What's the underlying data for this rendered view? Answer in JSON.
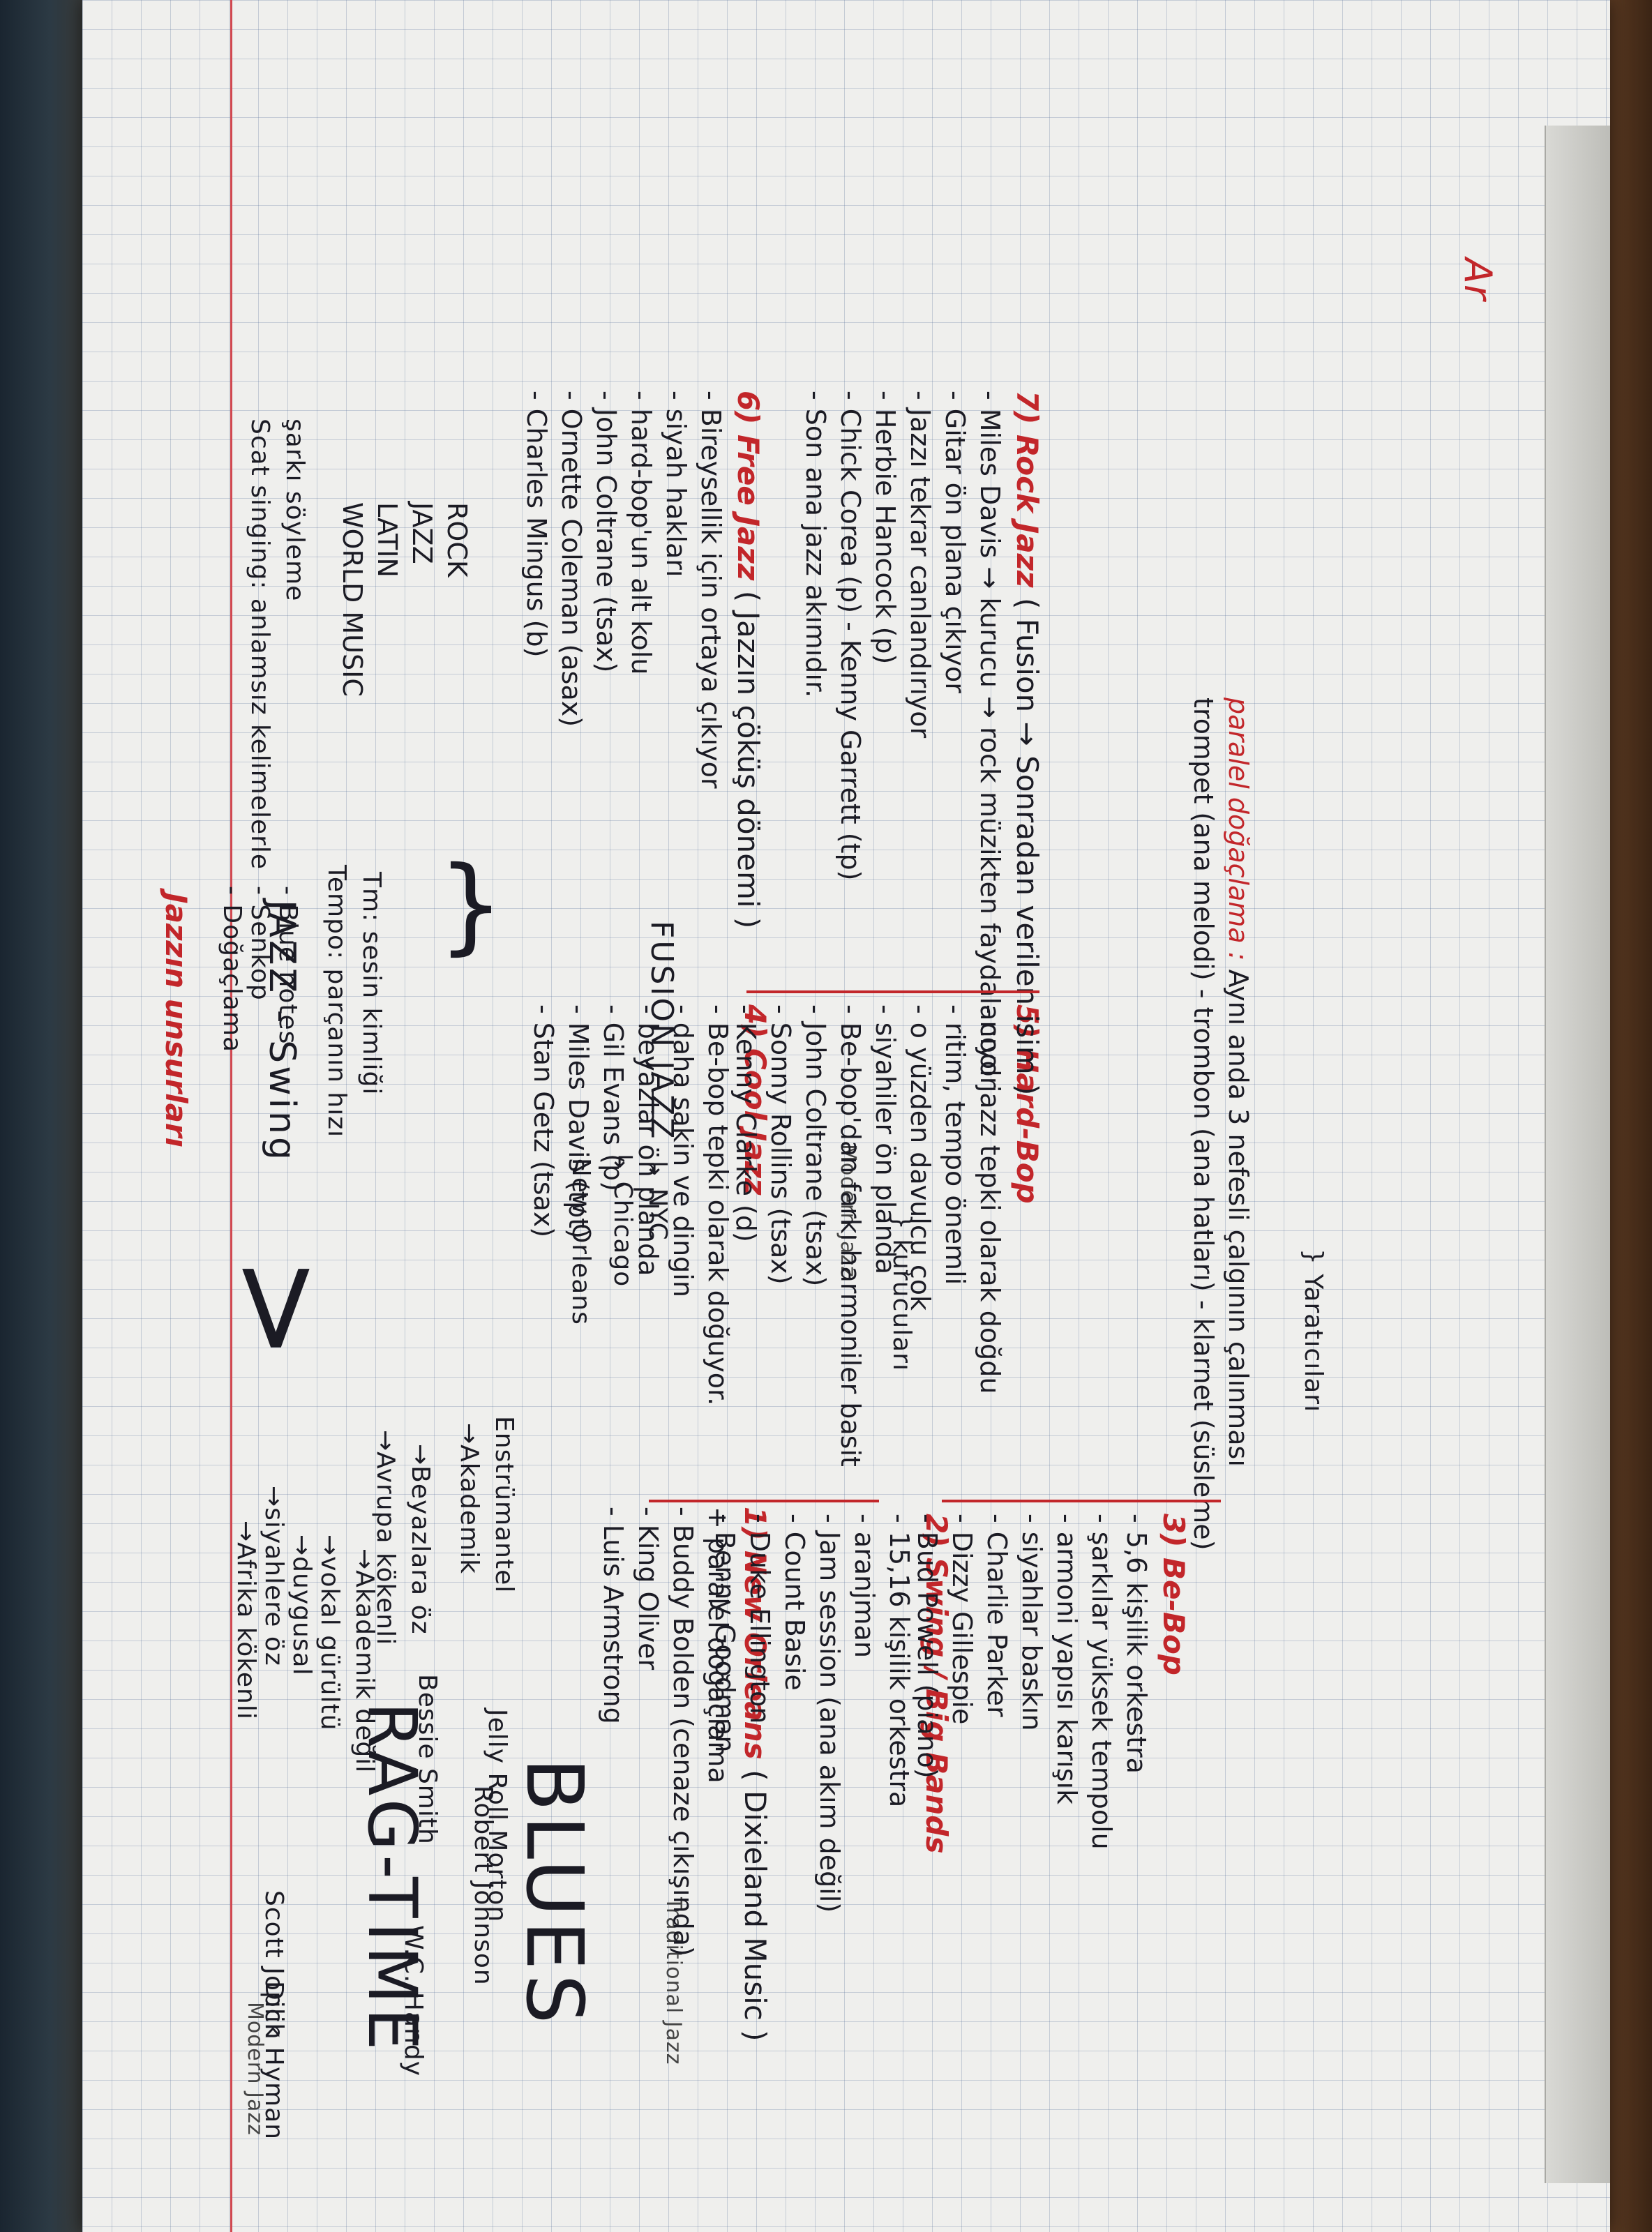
{
  "corner_mark": "Ar",
  "labels": {
    "modern_jazz_top": "Modern Jazz",
    "traditional_jazz": "Traditional Jazz",
    "modern_jazz_mid": "Modern Jazz"
  },
  "blues": {
    "title": "BLUES",
    "notes": [
      "→Afrika kökenli",
      "→siyahlere öz",
      "→duygusal",
      "→vokal gürültü",
      "→Akademik değil"
    ],
    "people": [
      "W.C. Handy",
      "Robert Johnson",
      "Bessie Smith"
    ]
  },
  "ragtime": {
    "title": "RAG-TIME",
    "notes": [
      "→Avrupa kökenli",
      "→Beyazlara öz",
      "→Akademik",
      "Enstrümantel"
    ],
    "people": [
      "Dick Hyman",
      "Scott Joplin",
      "Jelly Roll Morton"
    ]
  },
  "jazz_origin": {
    "cities": [
      "New Orleans",
      "↳ Chicago",
      "↳ NYC"
    ],
    "result": "JAZZ - Swing",
    "tempo": "Tempo: parçanın hızı",
    "tm": "Tm: sesin kimliği"
  },
  "elements": {
    "title": "Jazzın unsurları",
    "items": [
      "- Doğaçlama",
      "- Senkop",
      "- Blue notes"
    ]
  },
  "scat": [
    "Scat singing: anlamsız kelimelerle",
    "şarkı söyleme"
  ],
  "section1": {
    "title": "1) New Orleans",
    "subtitle": "( Dixieland Music )",
    "lines": [
      "+ paralel doğaçlama",
      "- Buddy Bolden (cenaze çıkışında)",
      "- King Oliver",
      "- Luis Armstrong"
    ]
  },
  "section2": {
    "title": "2) Swing / Big Bands",
    "lines": [
      "- 15,16 kişilik orkestra",
      "- aranjman",
      "- Jam session (ana akım değil)",
      "- Count Basie",
      "- Duke Ellington",
      "- Benny Goodman"
    ]
  },
  "section3": {
    "title": "3) Be-Bop",
    "lines": [
      "- 5,6 kişilik orkestra",
      "- şarkılar yüksek tempolu",
      "- armoni yapısı karışık",
      "- siyahlar baskın",
      "- Charlie Parker",
      "- Dizzy Gillespie",
      "- Bud Powell (piano)"
    ],
    "founders": "} Yaratıcıları"
  },
  "section4": {
    "title": "4) Cool Jazz",
    "lines": [
      "- Be-bop tepki olarak doğuyor.",
      "- daha sakin ve dingin",
      "- beyazlar ön planda",
      "- Gil Evans (p)",
      "- Miles Davis (tpt)",
      "- Stan Getz (tsax)"
    ],
    "founders": "} kurucuları"
  },
  "section5": {
    "title": "5) Hard-Bop",
    "lines": [
      "- cool jazz tepki olarak doğdu",
      "- ritim, tempo önemli",
      "- o yüzden davulcu çok",
      "- siyahiler ön planda",
      "- Be-bop'dan farkı harmoniler basit",
      "- John Coltrane (tsax)",
      "- Sonny Rollins (tsax)",
      "- Kenny Clarke (d)"
    ]
  },
  "section6": {
    "title": "6) Free Jazz",
    "subtitle": "( Jazzın çöküş dönemi )",
    "lines": [
      "- Bireysellik için ortaya çıkıyor",
      "- siyah hakları",
      "- hard-bop'un alt kolu",
      "- John Coltrane (tsax)",
      "- Ornette Coleman (asax)",
      "- Charles Mingus (b)"
    ]
  },
  "section7": {
    "title": "7) Rock Jazz",
    "subtitle": "( Fusion → Sonradan verilen isim )",
    "lines": [
      "- Miles Davis → kurucu → rock müzikten faydalanıyor",
      "- Gitar ön plana çıkıyor",
      "- Jazzı tekrar canlandırıyor",
      "- Herbie Hancock (p)",
      "- Chick Corea (p) - Kenny Garrett (tp)",
      "- Son ana jazz akımıdır."
    ]
  },
  "fusion": {
    "genres": [
      "ROCK",
      "JAZZ",
      "LATIN",
      "WORLD MUSIC"
    ],
    "result": "FUSION JAZZ"
  },
  "parallel": {
    "term": "paralel doğaçlama :",
    "definition": "Aynı anda 3 nefesli çalgının çalınması",
    "detail": "trompet (ana melodi) - trombon (ana hatları) - klarnet (süsleme)"
  },
  "colors": {
    "ink": "#1b1b24",
    "red": "#c2262a",
    "paper": "#efefed",
    "grid": "#5f78a0"
  }
}
